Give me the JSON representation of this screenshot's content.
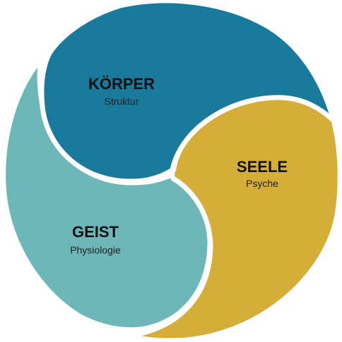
{
  "segments": {
    "koerper": {
      "title": "KÖRPER",
      "subtitle": "Struktur",
      "color": "#1a7a9c"
    },
    "seele": {
      "title": "SEELE",
      "subtitle": "Psyche",
      "color": "#d4ae38"
    },
    "geist": {
      "title": "GEIST",
      "subtitle": "Physiologie",
      "color": "#6db7b8"
    }
  },
  "gap_color": "#ffffff"
}
